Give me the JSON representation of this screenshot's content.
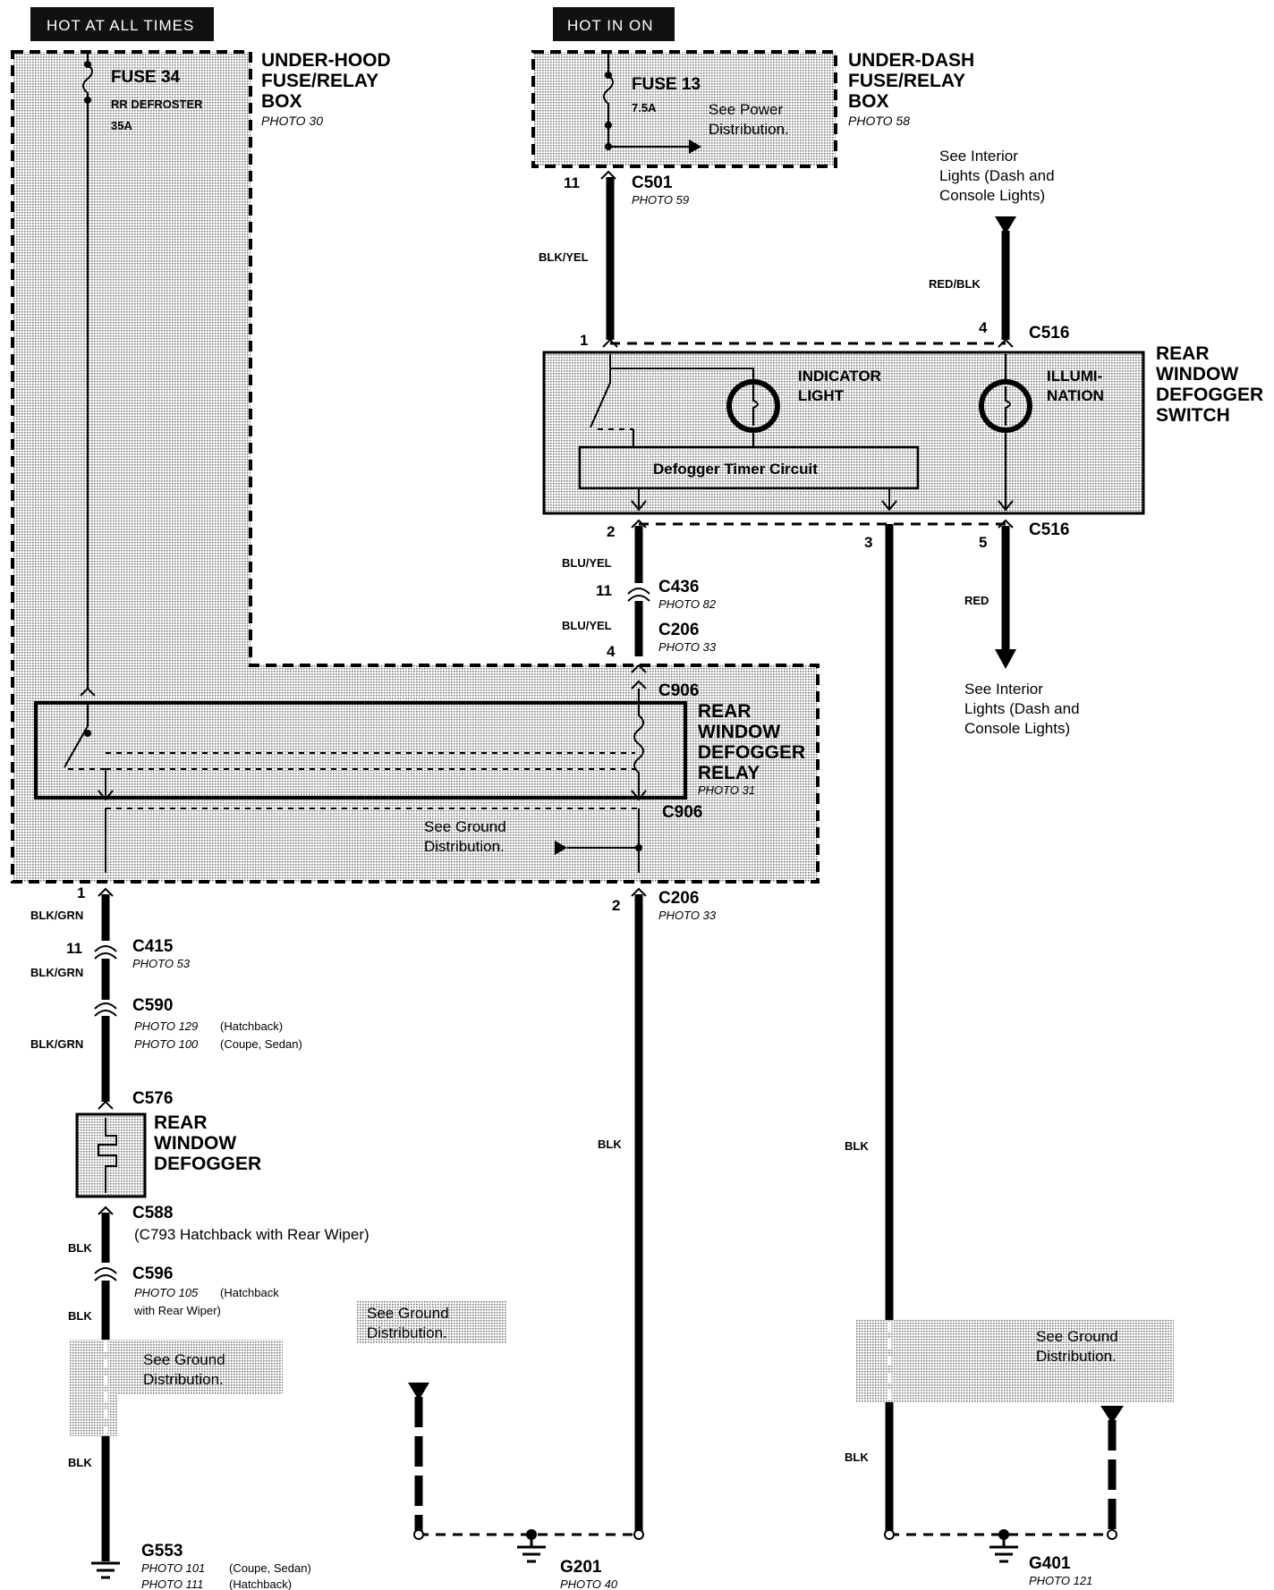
{
  "headers": {
    "hot_at_all_times": "HOT AT ALL TIMES",
    "hot_in_on": "HOT IN ON"
  },
  "underhood_box": {
    "title_line1": "UNDER-HOOD",
    "title_line2": "FUSE/RELAY",
    "title_line3": "BOX",
    "photo": "PHOTO 30",
    "fuse_name": "FUSE 34",
    "fuse_desc": "RR DEFROSTER",
    "fuse_rating": "35A"
  },
  "underdash_box": {
    "title_line1": "UNDER-DASH",
    "title_line2": "FUSE/RELAY",
    "title_line3": "BOX",
    "photo": "PHOTO 58",
    "fuse_name": "FUSE 13",
    "fuse_rating": "7.5A",
    "see_line1": "See Power",
    "see_line2": "Distribution."
  },
  "c501": {
    "pin": "11",
    "name": "C501",
    "photo": "PHOTO 59"
  },
  "wire_blk_yel": "BLK/YEL",
  "interior_top": {
    "line1": "See Interior",
    "line2": "Lights (Dash and",
    "line3": "Console Lights)"
  },
  "wire_red_blk": "RED/BLK",
  "switch": {
    "pin1": "1",
    "pin4": "4",
    "conn_top": "C516",
    "title_line1": "REAR",
    "title_line2": "WINDOW",
    "title_line3": "DEFOGGER",
    "title_line4": "SWITCH",
    "indicator_line1": "INDICATOR",
    "indicator_line2": "LIGHT",
    "illum_line1": "ILLUMI-",
    "illum_line2": "NATION",
    "timer": "Defogger Timer Circuit",
    "pin2": "2",
    "pin3": "3",
    "pin5": "5",
    "conn_bottom": "C516"
  },
  "wire_blu_yel_1": "BLU/YEL",
  "c436": {
    "pin": "11",
    "name": "C436",
    "photo": "PHOTO 82"
  },
  "wire_blu_yel_2": "BLU/YEL",
  "c206_top": {
    "pin": "4",
    "name": "C206",
    "photo": "PHOTO 33"
  },
  "wire_red": "RED",
  "interior_bottom": {
    "line1": "See Interior",
    "line2": "Lights (Dash and",
    "line3": "Console Lights)"
  },
  "relay": {
    "conn_top": "C906",
    "title_line1": "REAR",
    "title_line2": "WINDOW",
    "title_line3": "DEFOGGER",
    "title_line4": "RELAY",
    "photo": "PHOTO 31",
    "conn_bottom": "C906",
    "see_line1": "See Ground",
    "see_line2": "Distribution."
  },
  "left_chain": {
    "pin1": "1",
    "wire1": "BLK/GRN",
    "c415_pin": "11",
    "c415": "C415",
    "c415_photo": "PHOTO 53",
    "wire2": "BLK/GRN",
    "c590": "C590",
    "c590_photo1": "PHOTO 129",
    "c590_note1": "(Hatchback)",
    "c590_photo2": "PHOTO 100",
    "c590_note2": "(Coupe, Sedan)",
    "wire3": "BLK/GRN",
    "c576": "C576",
    "defogger_line1": "REAR",
    "defogger_line2": "WINDOW",
    "defogger_line3": "DEFOGGER",
    "c588": "C588",
    "c793_note": "(C793  Hatchback with Rear Wiper)",
    "wire4": "BLK",
    "c596": "C596",
    "c596_photo": "PHOTO 105",
    "c596_note1": "(Hatchback",
    "c596_note2": "with Rear Wiper)",
    "wire5": "BLK",
    "see_line1": "See Ground",
    "see_line2": "Distribution.",
    "wire6": "BLK",
    "g553": "G553",
    "g553_photo1": "PHOTO 101",
    "g553_note1": "(Coupe, Sedan)",
    "g553_photo2": "PHOTO 111",
    "g553_note2": "(Hatchback)"
  },
  "c206_bottom": {
    "pin": "2",
    "name": "C206",
    "photo": "PHOTO 33"
  },
  "middle_chain": {
    "wire": "BLK",
    "see_line1": "See Ground",
    "see_line2": "Distribution.",
    "g201": "G201",
    "g201_photo": "PHOTO 40"
  },
  "right_chain": {
    "wire1": "BLK",
    "see_line1": "See Ground",
    "see_line2": "Distribution.",
    "wire2": "BLK",
    "g401": "G401",
    "g401_photo": "PHOTO 121"
  }
}
